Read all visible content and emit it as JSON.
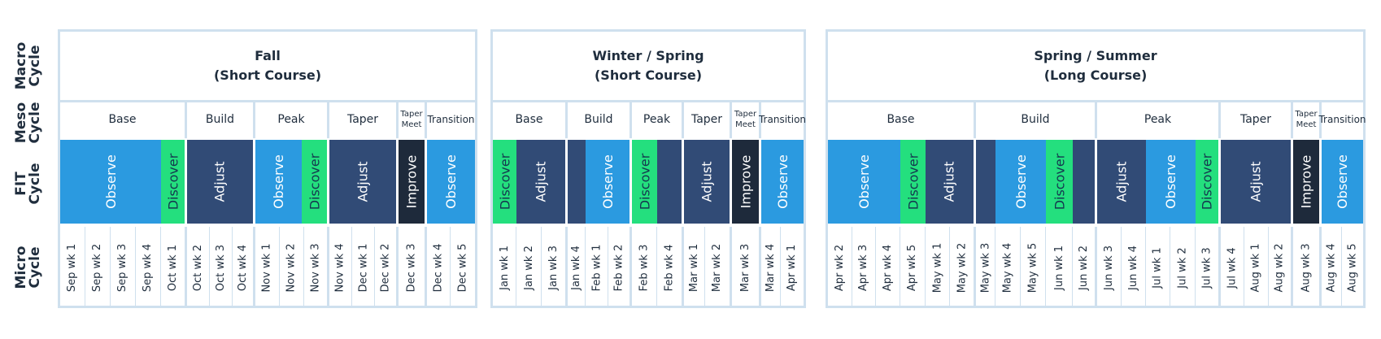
{
  "row_labels": {
    "macro": "Macro Cycle",
    "meso": "Meso Cycle",
    "fit": "FIT Cycle",
    "micro": "Micro Cycle"
  },
  "colors": {
    "observe": "#2b9ae0",
    "discover": "#24df7e",
    "adjust": "#314b76",
    "improve": "#1e2a3b",
    "border": "#cfe0ee"
  },
  "seasons": [
    {
      "title": "Fall",
      "subtitle": "(Short Course)",
      "meso": [
        "Base",
        "Build",
        "Peak",
        "Taper",
        "Taper Meet",
        "Transition"
      ],
      "fit": [
        "Observe",
        "Discover",
        "Adjust",
        "Observe",
        "Discover",
        "Adjust",
        "Improve",
        "Observe"
      ],
      "micro": [
        "Sep wk 1",
        "Sep wk 2",
        "Sep wk 3",
        "Sep wk 4",
        "Oct wk 1",
        "Oct wk 2",
        "Oct wk 3",
        "Oct wk 4",
        "Nov wk 1",
        "Nov wk 2",
        "Nov wk 3",
        "Nov wk 4",
        "Dec wk 1",
        "Dec wk 2",
        "Dec wk 3",
        "Dec wk 4",
        "Dec wk 5"
      ]
    },
    {
      "title": "Winter / Spring",
      "subtitle": "(Short Course)",
      "meso": [
        "Base",
        "Build",
        "Peak",
        "Taper",
        "Taper Meet",
        "Transition"
      ],
      "fit": [
        "Discover",
        "Adjust",
        "Observe",
        "Discover",
        "Adjust",
        "Improve",
        "Observe"
      ],
      "micro": [
        "Jan wk 1",
        "Jan wk 2",
        "Jan wk 3",
        "Jan wk 4",
        "Feb wk 1",
        "Feb wk 2",
        "Feb wk 3",
        "Feb wk 4",
        "Mar wk 1",
        "Mar wk 2",
        "Mar wk 3",
        "Mar wk 4",
        "Apr wk 1"
      ]
    },
    {
      "title": "Spring / Summer",
      "subtitle": "(Long Course)",
      "meso": [
        "Base",
        "Build",
        "Peak",
        "Taper",
        "Taper Meet",
        "Transition"
      ],
      "fit": [
        "Observe",
        "Discover",
        "Adjust",
        "Observe",
        "Discover",
        "Adjust",
        "Observe",
        "Discover",
        "Adjust",
        "Improve",
        "Observe"
      ],
      "micro": [
        "Apr wk 2",
        "Apr wk 3",
        "Apr wk 4",
        "Apr wk 5",
        "May wk 1",
        "May wk 2",
        "May wk 3",
        "May wk 4",
        "May wk 5",
        "Jun wk 1",
        "Jun wk 2",
        "Jun wk 3",
        "Jun wk 4",
        "Jul wk 1",
        "Jul wk 2",
        "Jul wk 3",
        "Jul wk 4",
        "Aug wk 1",
        "Aug wk 2",
        "Aug wk 3",
        "Aug wk 4",
        "Aug wk 5"
      ]
    }
  ]
}
